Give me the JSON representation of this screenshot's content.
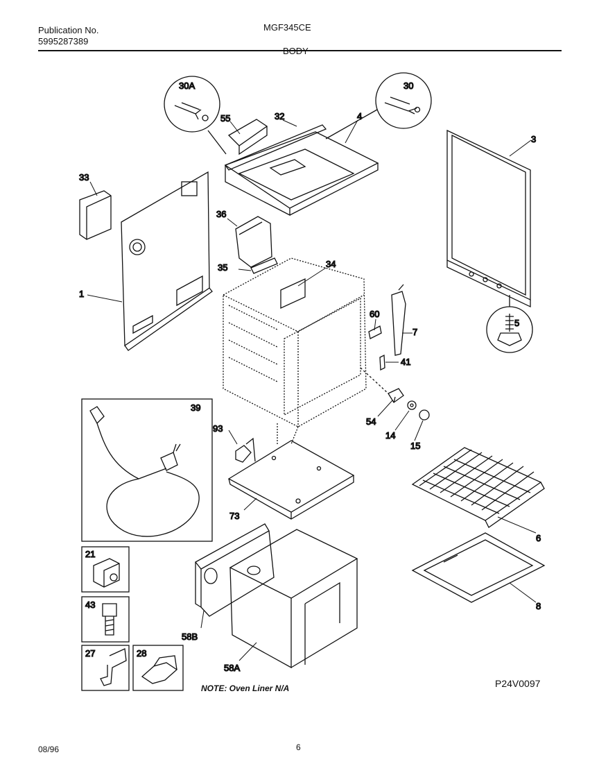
{
  "header": {
    "publication_label": "Publication No.",
    "publication_number": "5995287389",
    "model": "MGF345CE",
    "section": "BODY"
  },
  "parts": [
    {
      "id": "p30A",
      "label": "30A"
    },
    {
      "id": "p30",
      "label": "30"
    },
    {
      "id": "p55",
      "label": "55"
    },
    {
      "id": "p32",
      "label": "32"
    },
    {
      "id": "p4",
      "label": "4"
    },
    {
      "id": "p3",
      "label": "3"
    },
    {
      "id": "p33",
      "label": "33"
    },
    {
      "id": "p36",
      "label": "36"
    },
    {
      "id": "p35",
      "label": "35"
    },
    {
      "id": "p34",
      "label": "34"
    },
    {
      "id": "p1",
      "label": "1"
    },
    {
      "id": "p60",
      "label": "60"
    },
    {
      "id": "p7",
      "label": "7"
    },
    {
      "id": "p5",
      "label": "5"
    },
    {
      "id": "p41",
      "label": "41"
    },
    {
      "id": "p39",
      "label": "39"
    },
    {
      "id": "p54",
      "label": "54"
    },
    {
      "id": "p14",
      "label": "14"
    },
    {
      "id": "p15",
      "label": "15"
    },
    {
      "id": "p93",
      "label": "93"
    },
    {
      "id": "p73",
      "label": "73"
    },
    {
      "id": "p6",
      "label": "6"
    },
    {
      "id": "p8",
      "label": "8"
    },
    {
      "id": "p21",
      "label": "21"
    },
    {
      "id": "p43",
      "label": "43"
    },
    {
      "id": "p58B",
      "label": "58B"
    },
    {
      "id": "p58A",
      "label": "58A"
    },
    {
      "id": "p27",
      "label": "27"
    },
    {
      "id": "p28",
      "label": "28"
    }
  ],
  "note": "NOTE: Oven Liner N/A",
  "diagram_code": "P24V0097",
  "footer": {
    "date": "08/96",
    "page": "6"
  }
}
